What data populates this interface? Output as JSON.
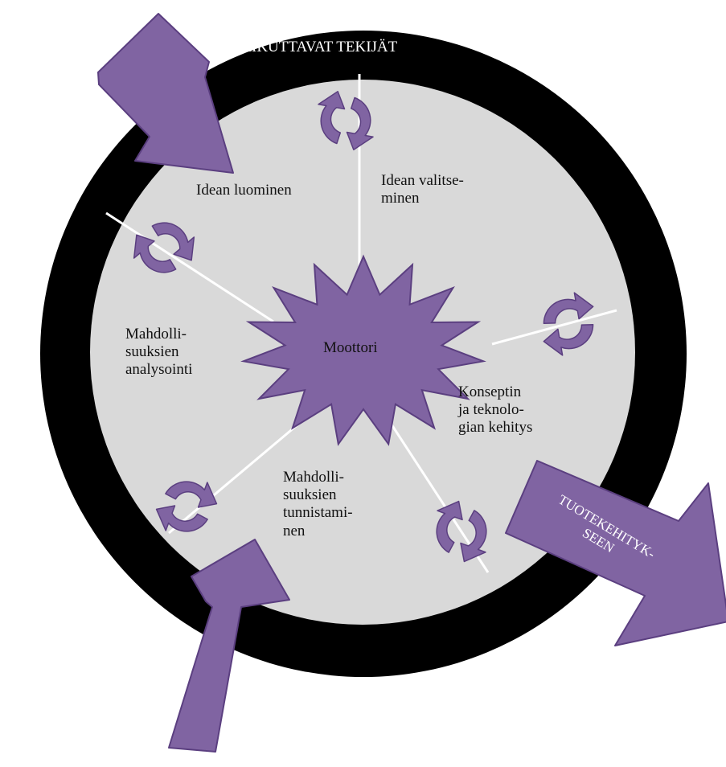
{
  "colors": {
    "outer_ring": "#000000",
    "inner_disc": "#d9d9d9",
    "spokes": "#ffffff",
    "purple_fill": "#8064a2",
    "purple_stroke": "#5b3f80",
    "ring_text": "#ffffff",
    "label_text": "#111111"
  },
  "diagram": {
    "ring_title": "VAIKUTTAVAT TEKIJÄT",
    "center_label": "Moottori",
    "center_shape": "star-burst",
    "cycle_icon": "cycle-arrows-icon",
    "segments": [
      {
        "id": "idea-generation",
        "label": "Idean luominen"
      },
      {
        "id": "idea-selection",
        "label": "Idean valitse-\nminen"
      },
      {
        "id": "concept-development",
        "label": "Konseptin\nja teknolo-\ngian kehitys"
      },
      {
        "id": "opportunity-identification",
        "label": "Mahdolli-\nsuuksien\ntunnistami-\nnen"
      },
      {
        "id": "opportunity-analysis",
        "label": "Mahdolli-\nsuuksien\nanalysointi"
      }
    ],
    "output_arrow_label": "TUOTEKEHITYK-\nSEEN"
  }
}
